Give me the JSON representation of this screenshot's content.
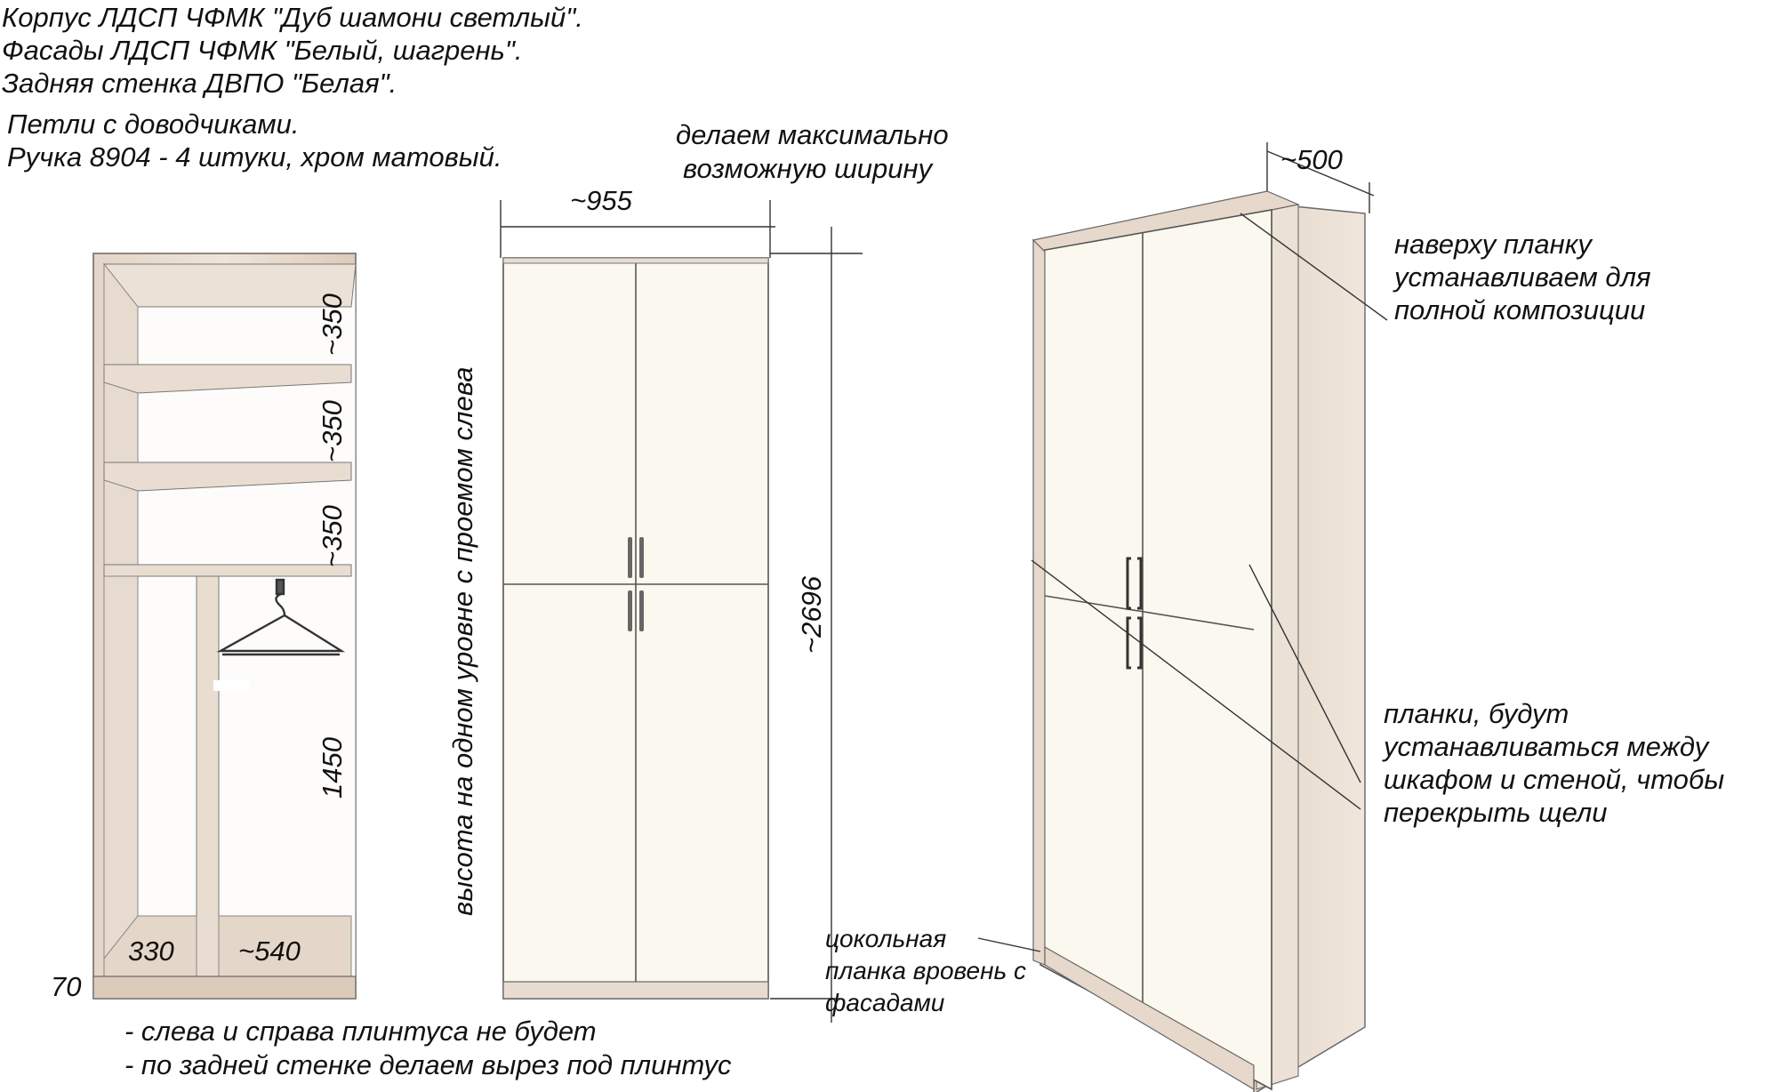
{
  "materials": {
    "body": "Корпус ЛДСП ЧФМК \"Дуб шамони светлый\".",
    "facades": "Фасады ЛДСП ЧФМК \"Белый, шагрень\".",
    "back": "Задняя стенка ДВПО \"Белая\"."
  },
  "hardware": {
    "hinges": "Петли с доводчиками.",
    "handles": "Ручка 8904 - 4 штуки, хром матовый."
  },
  "width_note": {
    "line1": "делаем максимально",
    "line2": "возможную ширину"
  },
  "dimensions": {
    "width": "~955",
    "height": "~2696",
    "depth": "~500",
    "shelf1": "~350",
    "shelf2": "~350",
    "shelf3": "~350",
    "hanging": "1450",
    "plinth": "70",
    "left_section": "330",
    "right_section": "~540"
  },
  "height_note": "высота на одном уровне с проемом слева",
  "plinth_note": {
    "line1": "цокольная",
    "line2": "планка вровень с",
    "line3": "фасадами"
  },
  "top_strip_note": {
    "line1": "наверху планку",
    "line2": "устанавливаем для",
    "line3": "полной композиции"
  },
  "side_strips_note": {
    "line1": "планки, будут",
    "line2": "устанавливаться между",
    "line3": "шкафом и стеной, чтобы",
    "line4": "перекрыть щели"
  },
  "bottom_notes": {
    "line1": "- слева и справа плинтуса не будет",
    "line2": "- по задней стенке делаем вырез под плинтус"
  },
  "colors": {
    "wood": "#e8dcd0",
    "wood_dark": "#d9c8b8",
    "facade": "#fbf8ef",
    "line": "#333333"
  }
}
